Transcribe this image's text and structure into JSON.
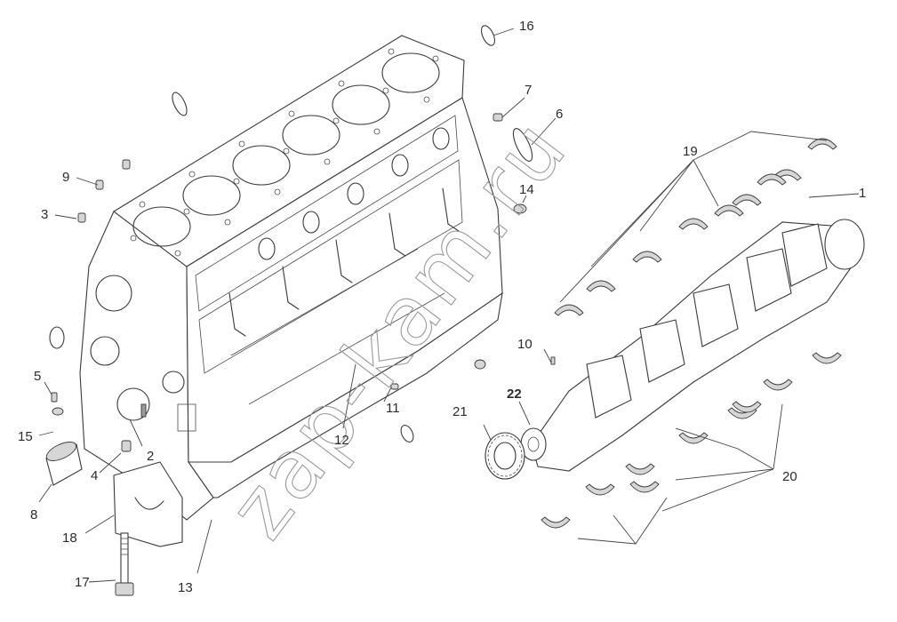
{
  "watermark": "zap-kam.ru",
  "callouts": [
    {
      "id": "c1",
      "label": "1"
    },
    {
      "id": "c2",
      "label": "2"
    },
    {
      "id": "c3",
      "label": "3"
    },
    {
      "id": "c4",
      "label": "4"
    },
    {
      "id": "c5",
      "label": "5"
    },
    {
      "id": "c6",
      "label": "6"
    },
    {
      "id": "c7",
      "label": "7"
    },
    {
      "id": "c8",
      "label": "8"
    },
    {
      "id": "c9",
      "label": "9"
    },
    {
      "id": "c10",
      "label": "10"
    },
    {
      "id": "c11",
      "label": "11"
    },
    {
      "id": "c12",
      "label": "12"
    },
    {
      "id": "c13",
      "label": "13"
    },
    {
      "id": "c14",
      "label": "14"
    },
    {
      "id": "c15",
      "label": "15"
    },
    {
      "id": "c16",
      "label": "16"
    },
    {
      "id": "c17",
      "label": "17"
    },
    {
      "id": "c18",
      "label": "18"
    },
    {
      "id": "c19",
      "label": "19"
    },
    {
      "id": "c20",
      "label": "20"
    },
    {
      "id": "c21",
      "label": "21"
    },
    {
      "id": "c22",
      "label": "22"
    }
  ]
}
